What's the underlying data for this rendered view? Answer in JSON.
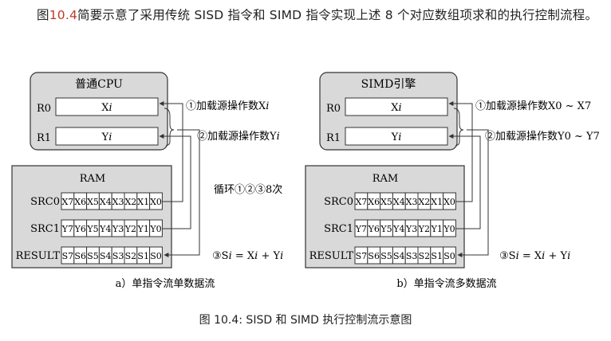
{
  "intro": {
    "pre": "图",
    "ref": "10.4",
    "post": "简要示意了采用传统 SISD 指令和 SIMD 指令实现上述 8 个对应数组项求和的执行控制流程。"
  },
  "left": {
    "unit_title": "普通CPU",
    "r0_label": "R0",
    "r1_label": "R1",
    "r0_pre": "X",
    "r0_ital": "i",
    "r1_pre": "Y",
    "r1_ital": "i",
    "step1_pre": "①加载源操作数X",
    "step1_ital": "i",
    "step2_pre": "②加载源操作数Y",
    "step2_ital": "i",
    "loop_label": "循环①②③8次",
    "ram_title": "RAM",
    "src0_label": "SRC0",
    "src1_label": "SRC1",
    "result_label": "RESULT",
    "step3_pre": "③S",
    "step3_ital1": "i",
    "step3_mid": " = X",
    "step3_ital2": "i",
    "step3_mid2": " + Y",
    "step3_ital3": "i",
    "sub_caption": "a）单指令流单数据流"
  },
  "right": {
    "unit_title": "SIMD引擎",
    "r0_label": "R0",
    "r1_label": "R1",
    "r0_pre": "X",
    "r0_ital": "i",
    "r1_pre": "Y",
    "r1_ital": "i",
    "step1": "①加载源操作数X0 ~ X7",
    "step2": "②加载源操作数Y0 ~ Y7",
    "ram_title": "RAM",
    "src0_label": "SRC0",
    "src1_label": "SRC1",
    "result_label": "RESULT",
    "step3_pre": "③S",
    "step3_ital1": "i",
    "step3_mid": " = X",
    "step3_ital2": "i",
    "step3_mid2": " + Y",
    "step3_ital3": "i",
    "sub_caption": "b）单指令流多数据流"
  },
  "cells": {
    "src0": [
      "X7",
      "X6",
      "X5",
      "X4",
      "X3",
      "X2",
      "X1",
      "X0"
    ],
    "src1": [
      "Y7",
      "Y6",
      "Y5",
      "Y4",
      "Y3",
      "Y2",
      "Y1",
      "Y0"
    ],
    "result": [
      "S7",
      "S6",
      "S5",
      "S4",
      "S3",
      "S2",
      "S1",
      "S0"
    ]
  },
  "caption": "图 10.4: SISD 和 SIMD 执行控制流示意图",
  "colors": {
    "box_fill": "#d9d9d9",
    "stroke": "#333333",
    "cell_fill": "#ffffff"
  }
}
